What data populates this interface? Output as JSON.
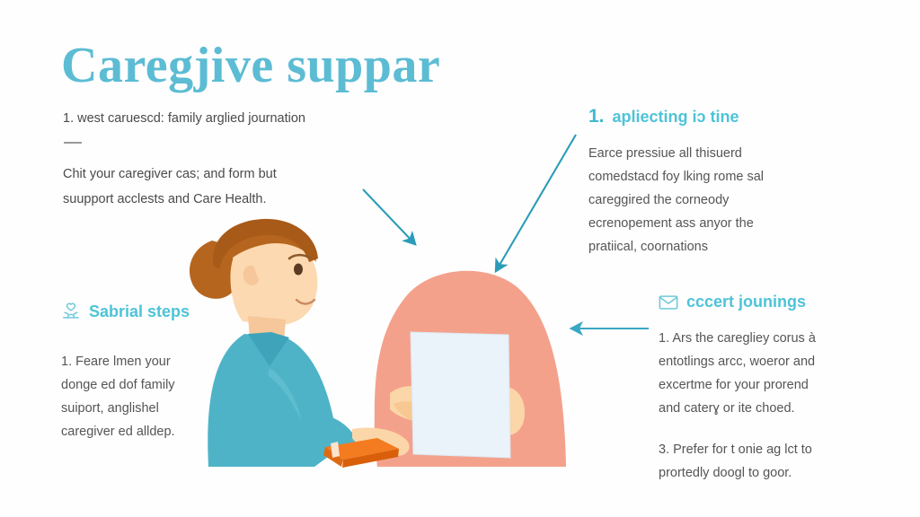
{
  "page": {
    "title": "Caregjive suppar",
    "background_color": "#fefefe",
    "accent_color": "#4ec3d8",
    "title_color": "#5cbcd4",
    "body_color": "#4a4a4a"
  },
  "intro": {
    "numbered_line": "1. west caruescd: family arglied journation",
    "body_line_1": "Chit your caregiver cas; and form but",
    "body_line_2": "suupport acclests and Care Health."
  },
  "sections": {
    "top_right": {
      "number": "1.",
      "heading": "apliecting iɔ tine",
      "lines": [
        "Earce pressiue all thisuerd",
        "comedstacd foy lking rome sal",
        "careggired the corneody",
        "ecrenopement ass anyor the",
        "pratiical, coornations"
      ]
    },
    "bottom_left": {
      "icon": "hands-holding-heart-icon",
      "heading": "Sabrial steps",
      "lines": [
        "1. Feare lmen your",
        "donge ed dof family",
        "suiport, anglishel",
        "caregiver ed alldep."
      ]
    },
    "bottom_right": {
      "icon": "envelope-icon",
      "heading": "cccert jounings",
      "paragraph_1": [
        "1. Ars the caregliey corus à",
        "entotlings arcc, woeror and",
        "excertme for your prorend",
        "and caterɣ or ite choed."
      ],
      "paragraph_2": [
        "3. Prefer for t onie ag lct to",
        "prortedly doogl to goor."
      ]
    }
  },
  "illustration": {
    "caregiver": {
      "name": "caregiver-figure",
      "hair_color": "#b5651d",
      "skin_color": "#fcd9b0",
      "clothing_color": "#4fb3c8"
    },
    "patient": {
      "name": "patient-figure",
      "clothing_color": "#f4a18c",
      "skin_color": "#fbd6a8"
    },
    "paper": {
      "name": "document-paper",
      "color": "#eaf2fa"
    },
    "book": {
      "name": "orange-book",
      "color": "#f47b20"
    }
  },
  "arrows": [
    {
      "name": "arrow-from-intro-to-center",
      "color": "#2b9cb8"
    },
    {
      "name": "arrow-from-top-right-to-center",
      "color": "#2b9cb8"
    },
    {
      "name": "arrow-from-bottom-right-to-center",
      "color": "#3aa8c4"
    }
  ]
}
